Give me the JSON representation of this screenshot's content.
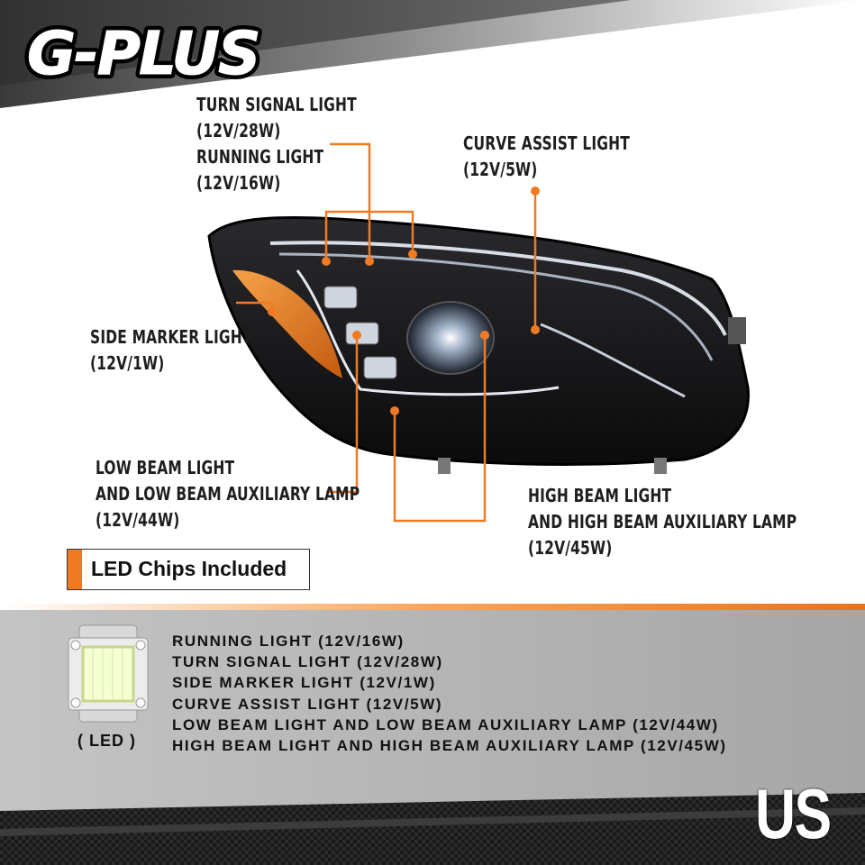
{
  "brand": {
    "logo_text": "G-PLUS"
  },
  "callouts": {
    "turn_running": [
      "TURN SIGNAL LIGHT",
      "(12V/28W)",
      "RUNNING LIGHT",
      "(12V/16W)"
    ],
    "curve_assist": [
      "CURVE ASSIST LIGHT",
      "(12V/5W)"
    ],
    "side_marker": [
      "SIDE MARKER LIGHT",
      "(12V/1W)"
    ],
    "low_beam": [
      "LOW BEAM LIGHT",
      "AND LOW BEAM AUXILIARY LAMP",
      "(12V/44W)"
    ],
    "high_beam": [
      "HIGH BEAM LIGHT",
      "AND HIGH BEAM AUXILIARY LAMP",
      "(12V/45W)"
    ]
  },
  "badge": {
    "label": "LED Chips Included"
  },
  "led": {
    "caption": "( LED )"
  },
  "spec_list": [
    "RUNNING LIGHT (12V/16W)",
    "TURN SIGNAL LIGHT (12V/28W)",
    "SIDE MARKER LIGHT (12V/1W)",
    "CURVE ASSIST LIGHT (12V/5W)",
    "LOW BEAM LIGHT AND LOW BEAM AUXILIARY LAMP (12V/44W)",
    "HIGH BEAM LIGHT AND HIGH BEAM AUXILIARY LAMP (12V/45W)"
  ],
  "market_badge": "US",
  "colors": {
    "accent": "#f07a23",
    "panel": "#b9b9b9",
    "dark": "#141414"
  }
}
